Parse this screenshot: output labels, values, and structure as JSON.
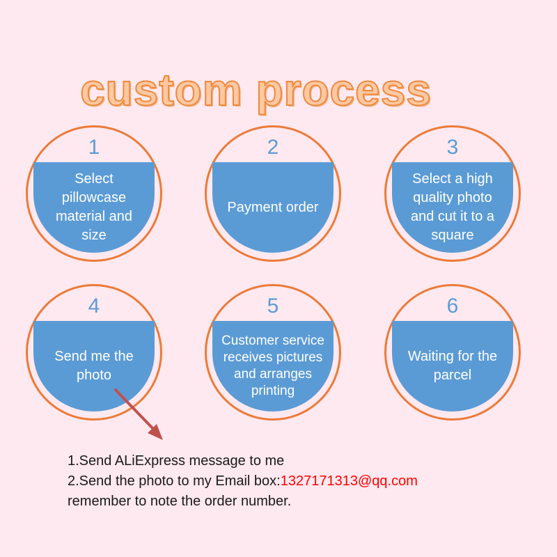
{
  "title": "custom process",
  "steps": [
    {
      "number": "1",
      "text": "Select pillowcase material and size"
    },
    {
      "number": "2",
      "text": "Payment order"
    },
    {
      "number": "3",
      "text": "Select a high quality photo and cut it to a square"
    },
    {
      "number": "4",
      "text": "Send me the photo"
    },
    {
      "number": "5",
      "text": "Customer service receives pictures and arranges printing"
    },
    {
      "number": "6",
      "text": "Waiting for the parcel"
    }
  ],
  "instructions": {
    "line1": "1.Send ALiExpress message to me",
    "line2_prefix": "2.Send the photo to my Email box:",
    "email": "1327171313@qq.com",
    "line3": "remember to note the order number."
  },
  "colors": {
    "background": "#fde9ef",
    "circle_border": "#ec7a38",
    "cap_fill": "#5b9bd5",
    "title_fill": "#fdc8a3",
    "title_stroke": "#ee8a3c",
    "arrow": "#c0504d",
    "email": "#ff0000"
  }
}
